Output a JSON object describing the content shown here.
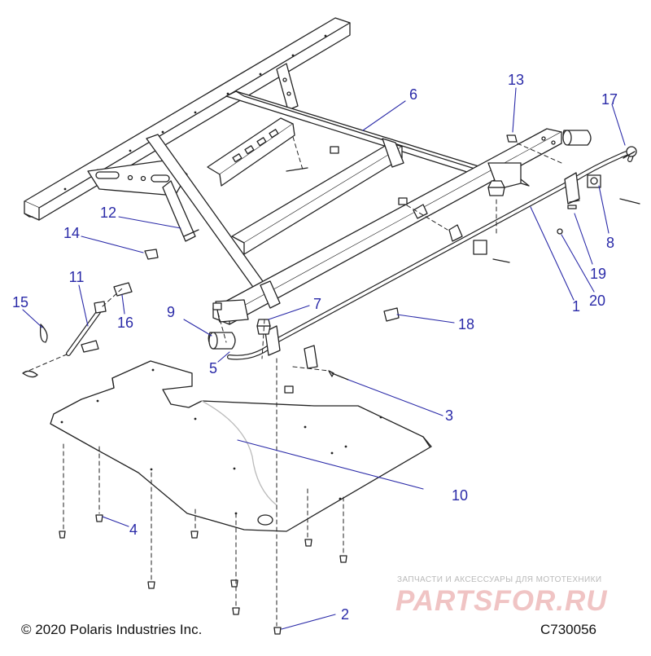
{
  "diagram": {
    "copyright": "© 2020 Polaris Industries Inc.",
    "diagram_code": "C730056",
    "watermark": {
      "tagline": "ЗАПЧАСТИ И АКСЕССУАРЫ ДЛЯ МОТОТЕХНИКИ",
      "logo": "PARTSFOR.RU"
    },
    "callouts": [
      "1",
      "2",
      "3",
      "4",
      "5",
      "6",
      "7",
      "8",
      "9",
      "10",
      "11",
      "12",
      "13",
      "14",
      "15",
      "16",
      "17",
      "18",
      "19",
      "20"
    ],
    "colors": {
      "callout": "#2a2aa8",
      "line": "#2a2aa8",
      "part": "#222222",
      "watermark": "#e86060"
    }
  }
}
